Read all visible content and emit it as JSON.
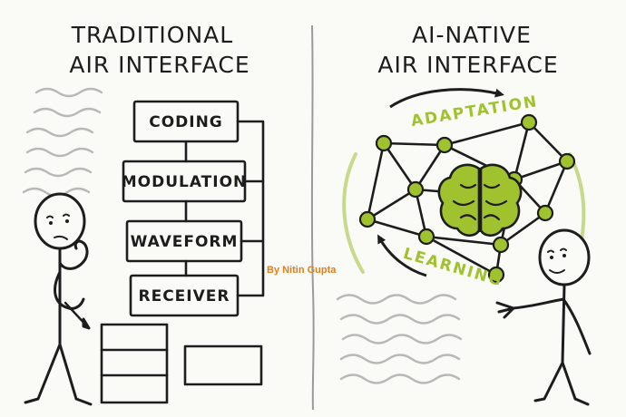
{
  "left": {
    "title_line1": "TRADITIONAL",
    "title_line2": "AIR INTERFACE",
    "boxes": [
      "CODING",
      "MODULATION",
      "WAVEFORM",
      "RECEIVER"
    ]
  },
  "right": {
    "title_line1": "AI-NATIVE",
    "title_line2": "AIR INTERFACE",
    "arc_top": "ADAPTATION",
    "arc_bottom": "LEARNING"
  },
  "credit": "By Nitin Gupta",
  "colors": {
    "ink": "#1d1d1d",
    "accent": "#9fc22e",
    "arc": "#c9d98a",
    "credit": "#e07f1a",
    "wave": "#b8b8b8",
    "divider": "#9a9a9a"
  },
  "icons": [
    "brain-icon",
    "neural-network-icon",
    "thinking-stick-figure",
    "presenting-stick-figure"
  ]
}
